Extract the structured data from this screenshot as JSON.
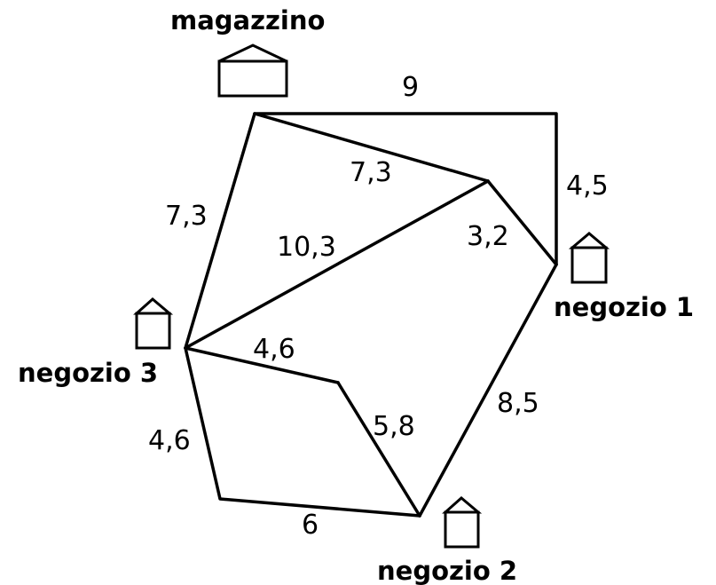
{
  "locations": {
    "warehouse": "magazzino",
    "shop1": "negozio 1",
    "shop2": "negozio 2",
    "shop3": "negozio 3"
  },
  "weights": {
    "warehouse_shop1_top": "9",
    "shop1_vertical": "4,5",
    "warehouse_middle": "7,3",
    "middle_shop1": "3,2",
    "warehouse_shop3": "7,3",
    "shop3_middle": "10,3",
    "shop3_inner": "4,6",
    "inner_shop2": "5,8",
    "shop1_shop2": "8,5",
    "shop3_lower": "4,6",
    "lower_shop2": "6"
  }
}
